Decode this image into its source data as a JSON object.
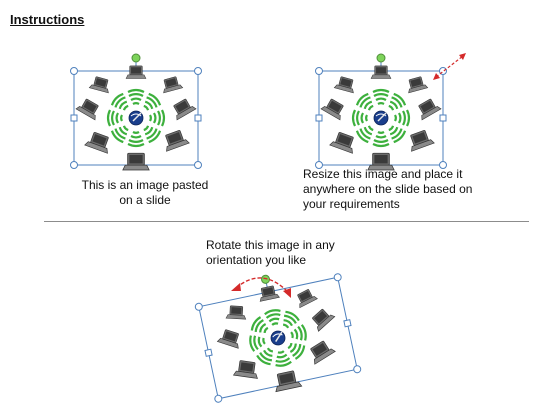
{
  "heading": "Instructions",
  "captions": {
    "pasted_line1": "This is an image pasted",
    "pasted_line2": "on a slide",
    "resize_line1": "Resize this image and place it",
    "resize_line2": "anywhere on the slide based on",
    "resize_line3": "your requirements",
    "rotate_line1": "Rotate this image in any",
    "rotate_line2": "orientation you like"
  },
  "colors": {
    "selection_border": "#4f81bd",
    "handle_fill": "#ffffff",
    "rotate_handle": "#7dd35a",
    "wave_green": "#3db03d",
    "arrow_red": "#d42a2a",
    "hub_blue": "#1a3e8c",
    "laptop_gray": "#555555"
  },
  "icons": [
    "laptop-network-icon",
    "wifi-wave-icon",
    "rotate-handle-icon",
    "resize-arrow-icon",
    "rotate-arrow-icon"
  ]
}
